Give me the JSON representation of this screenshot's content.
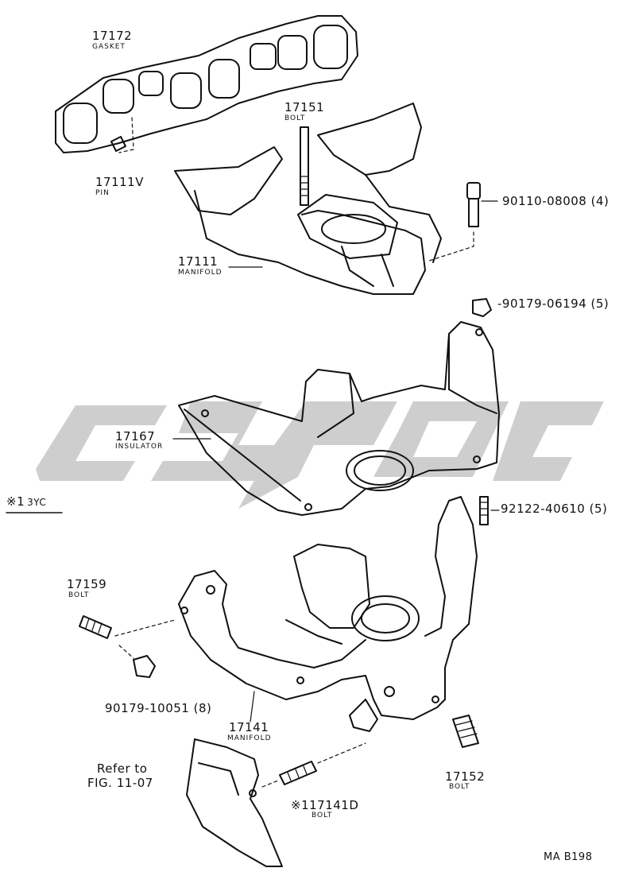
{
  "watermark": {
    "color": "#c9c9c9"
  },
  "parts": {
    "gasket": {
      "number": "17172",
      "name": "GASKET"
    },
    "pin": {
      "number": "17111V",
      "name": "PIN"
    },
    "bolt_top": {
      "number": "17151",
      "name": "BOLT"
    },
    "bolt_90110": {
      "number": "90110-08008 (4)"
    },
    "manifold_intake": {
      "number": "17111",
      "name": "MANIFOLD"
    },
    "nut_90179_06194": {
      "number": "-90179-06194 (5)"
    },
    "insulator": {
      "number": "17167",
      "name": "INSULATOR"
    },
    "stud_92122": {
      "number": "92122-40610 (5)"
    },
    "bolt_17159": {
      "number": "17159",
      "name": "BOLT"
    },
    "nut_90179_10051": {
      "number": "90179-10051 (8)"
    },
    "manifold_exhaust": {
      "number": "17141",
      "name": "MANIFOLD"
    },
    "bolt_17152": {
      "number": "17152",
      "name": "BOLT"
    },
    "bolt_17141d": {
      "number": "※117141D",
      "name": "BOLT"
    }
  },
  "note": {
    "code": "※1",
    "variant": "3YC"
  },
  "refer": {
    "line1": "Refer to",
    "line2": "FIG. 11-07"
  },
  "diagram_code": "MA B198"
}
